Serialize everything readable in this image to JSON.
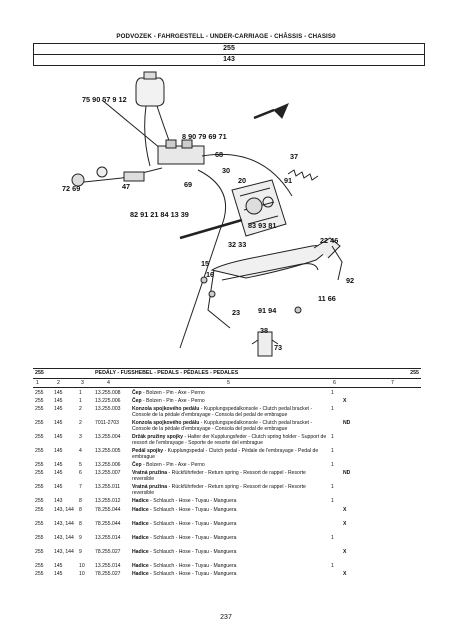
{
  "header": {
    "title": "PODVOZEK - FAHRGESTELL - UNDER-CARRIAGE - CHÂSSIS - CHASIS0",
    "code1": "255",
    "code2": "143"
  },
  "diagram": {
    "callouts": [
      "75 90 57 9 12",
      "8 90 79 69 71",
      "68",
      "72 69",
      "47",
      "69",
      "30",
      "20",
      "82 91 21 84 13 39",
      "37",
      "91",
      "83 93 81",
      "32 33",
      "22 46",
      "15",
      "16",
      "92",
      "11 66",
      "23",
      "91 94",
      "38",
      "73"
    ]
  },
  "section": {
    "left": "255",
    "title": "PEDÁLY - FUSSHEBEL - PEDALS - PÉDALES - PEDALES",
    "right": "255"
  },
  "columns": [
    "1",
    "2",
    "3",
    "4",
    "5",
    "6",
    "7"
  ],
  "rows": [
    {
      "c1": "255",
      "c2": "145",
      "c3": "1",
      "c4": "13.255.008",
      "bold": "Čep",
      "desc": " - Bolzen - Pin - Axe - Perno",
      "c6": "1",
      "c7": ""
    },
    {
      "c1": "255",
      "c2": "145",
      "c3": "1",
      "c4": "13.225.006",
      "bold": "Čep",
      "desc": " - Bolzen - Pin - Axe - Perno",
      "c6": "",
      "c7": "X"
    },
    {
      "c1": "255",
      "c2": "145",
      "c3": "2",
      "c4": "13.255.003",
      "bold": "Konzola spojkového pedálu",
      "desc": " - Kupplungspedalkonsole - Clutch pedal bracket - Console de la pédale d'embrayage - Consola del pedal de embrague",
      "c6": "1",
      "c7": ""
    },
    {
      "c1": "255",
      "c2": "145",
      "c3": "2",
      "c4": "7011-2703",
      "bold": "Konzola spojkového pedálu",
      "desc": " - Kupplungspedalkonsole - Clutch pedal bracket - Console de la pédale d'embrayage - Consola del pedal de embrague",
      "c6": "",
      "c7": "ND"
    },
    {
      "c1": "255",
      "c2": "145",
      "c3": "3",
      "c4": "13.255.004",
      "bold": "Držák pružiny spojky",
      "desc": " - Halter der Kupplungsfeder - Clutch spring holder - Support de ressort de l'embrayage - Soporte de resorte del embrague",
      "c6": "1",
      "c7": ""
    },
    {
      "c1": "255",
      "c2": "145",
      "c3": "4",
      "c4": "13.255.005",
      "bold": "Pedál spojky",
      "desc": " - Kupplungspedal - Clutch pedal - Pédale de l'embrayage - Pedal de embrague",
      "c6": "1",
      "c7": ""
    },
    {
      "c1": "255",
      "c2": "145",
      "c3": "5",
      "c4": "13.255.006",
      "bold": "Čep",
      "desc": " - Bolzen - Pin - Axe - Perno",
      "c6": "1",
      "c7": ""
    },
    {
      "c1": "255",
      "c2": "145",
      "c3": "6",
      "c4": "13.255.007",
      "bold": "Vratná pružina",
      "desc": " - Rückführfeder - Return spring - Ressort de rappel - Resorte reversible",
      "c6": "",
      "c7": "ND"
    },
    {
      "c1": "255",
      "c2": "145",
      "c3": "7",
      "c4": "13.255.011",
      "bold": "Vratná pružina",
      "desc": " - Rückführfeder - Return spring - Ressort de rappel - Resorte reversible",
      "c6": "1",
      "c7": ""
    },
    {
      "c1": "255",
      "c2": "143",
      "c3": "8",
      "c4": "13.255.012",
      "bold": "Hadice",
      "desc": " - Schlauch - Hose - Tuyau - Manguera",
      "c6": "1",
      "c7": ""
    },
    {
      "c1": "255",
      "c2": "143, 144",
      "c3": "8",
      "c4": "78.255.044",
      "bold": "Hadice",
      "desc": " - Schlauch - Hose - Tuyau - Manguera",
      "c6": "",
      "c7": "X"
    },
    {
      "c1": "255",
      "c2": "143, 144",
      "c3": "8",
      "c4": "78.255.044",
      "bold": "Hadice",
      "desc": " - Schlauch - Hose - Tuyau - Manguera",
      "c6": "",
      "c7": "X"
    },
    {
      "c1": "255",
      "c2": "143, 144",
      "c3": "9",
      "c4": "13.255.014",
      "bold": "Hadice",
      "desc": " - Schlauch - Hose - Tuyau - Manguera",
      "c6": "1",
      "c7": ""
    },
    {
      "c1": "255",
      "c2": "143, 144",
      "c3": "9",
      "c4": "78.255.027",
      "bold": "Hadice",
      "desc": " - Schlauch - Hose - Tuyau - Manguera",
      "c6": "",
      "c7": "X"
    },
    {
      "c1": "255",
      "c2": "145",
      "c3": "10",
      "c4": "13.255.014",
      "bold": "Hadice",
      "desc": " - Schlauch - Hose - Tuyau - Manguera",
      "c6": "1",
      "c7": ""
    },
    {
      "c1": "255",
      "c2": "145",
      "c3": "10",
      "c4": "78.255.027",
      "bold": "Hadice",
      "desc": " - Schlauch - Hose - Tuyau - Manguera",
      "c6": "",
      "c7": "X"
    }
  ],
  "page_number": "237"
}
